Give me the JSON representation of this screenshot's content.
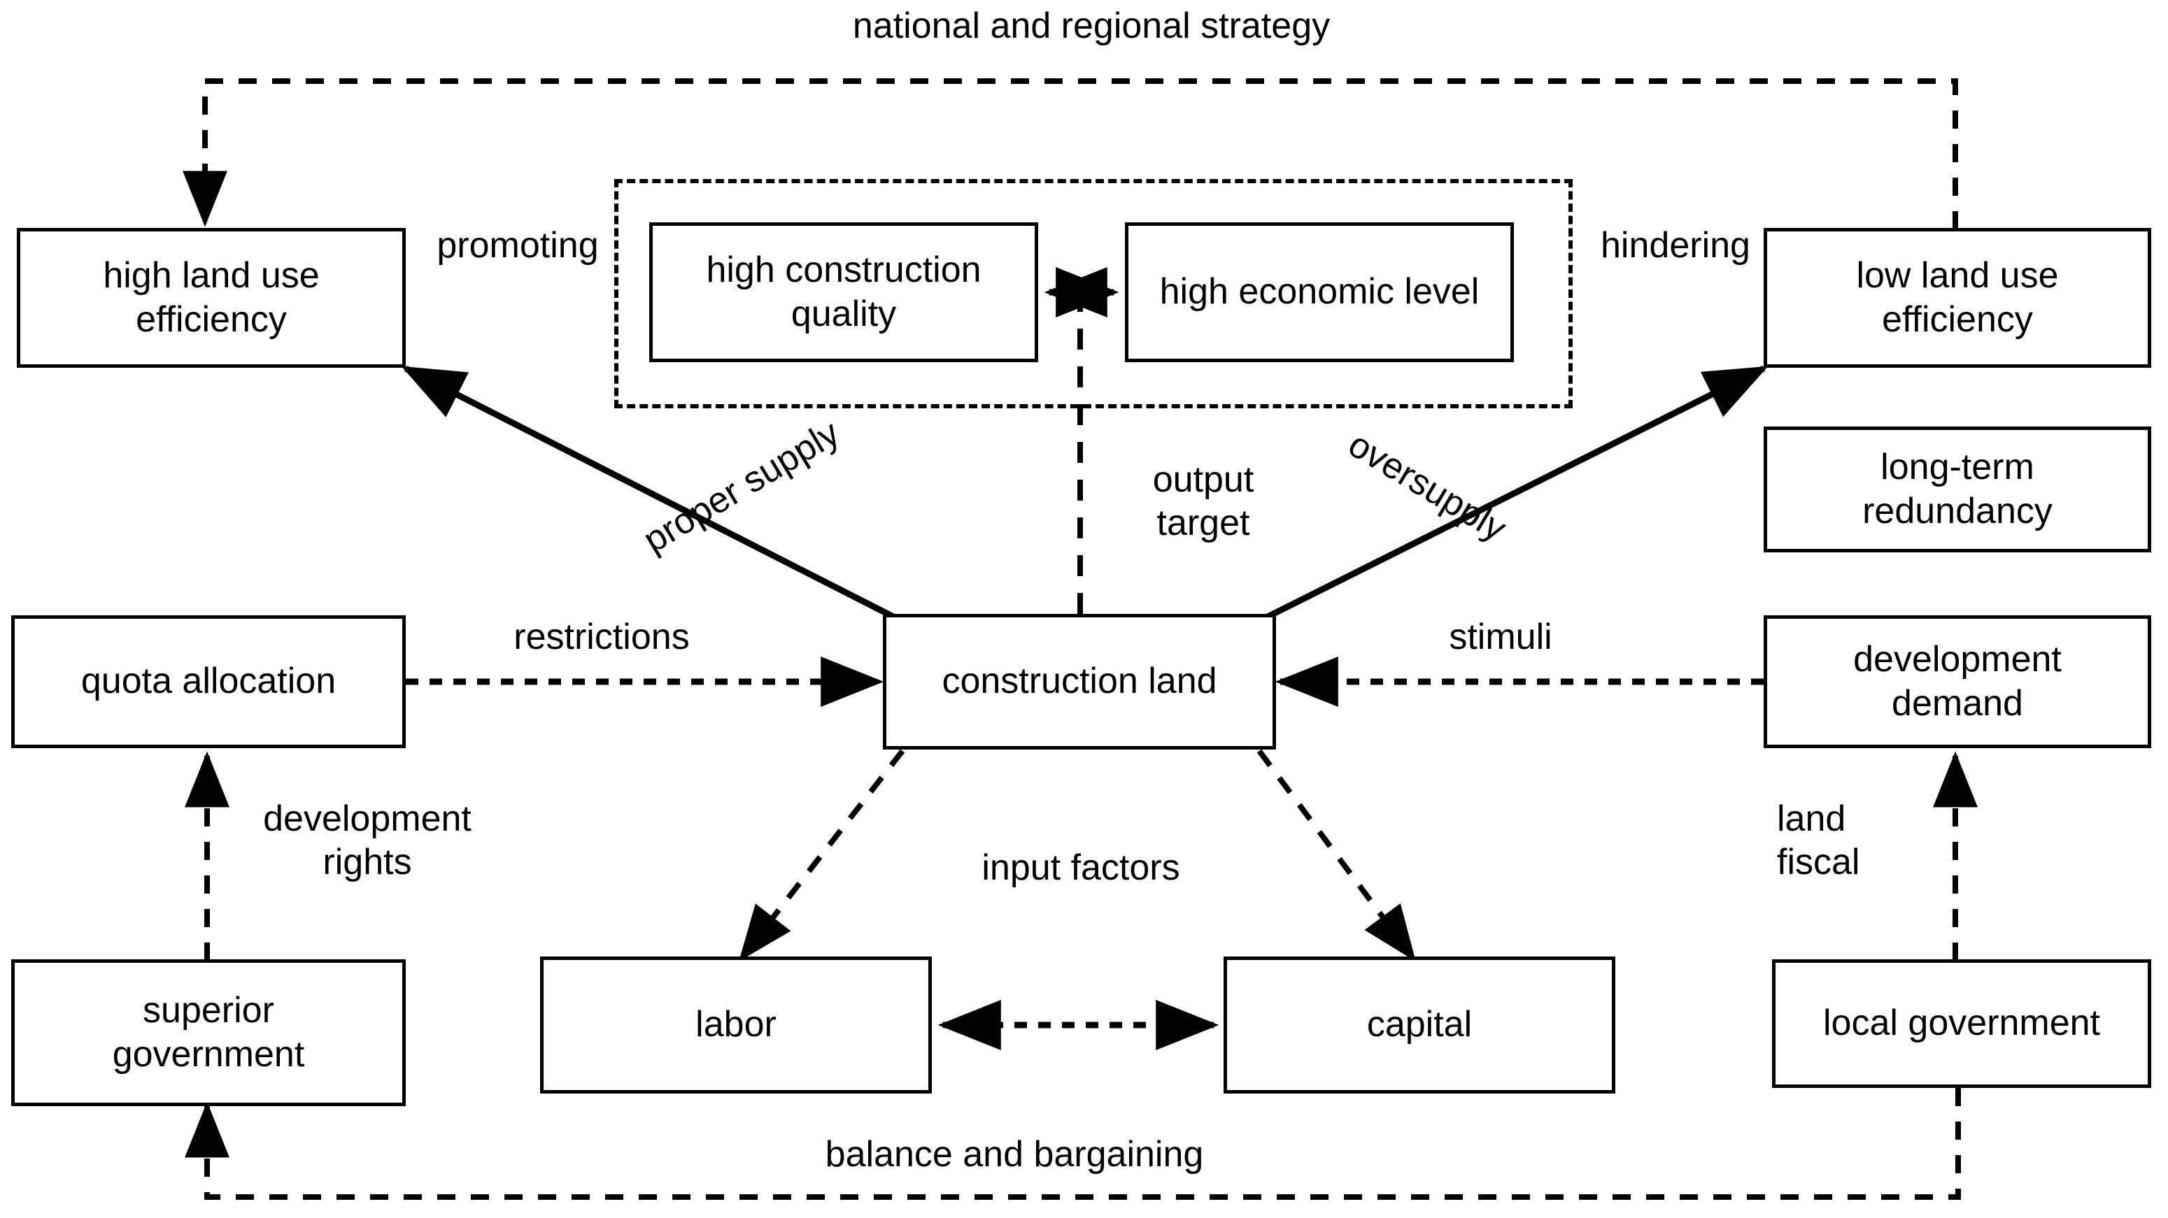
{
  "diagram": {
    "title": "construction land use efficiency mechanism diagram",
    "type": "flow-diagram",
    "colors": {
      "stroke": "#000000",
      "background": "#ffffff",
      "text": "#000000"
    },
    "nodes": [
      {
        "id": "high-land-use-efficiency",
        "lines": [
          "high land use",
          "efficiency"
        ],
        "style": "solid"
      },
      {
        "id": "high-construction-quality",
        "lines": [
          "high construction",
          "quality"
        ],
        "style": "solid"
      },
      {
        "id": "high-economic-level",
        "lines": [
          "high economic level"
        ],
        "style": "solid"
      },
      {
        "id": "low-land-use-efficiency",
        "lines": [
          "low land use",
          "efficiency"
        ],
        "style": "solid"
      },
      {
        "id": "long-term-redundancy",
        "lines": [
          "long-term",
          "redundancy"
        ],
        "style": "solid"
      },
      {
        "id": "quota-allocation",
        "lines": [
          "quota allocation"
        ],
        "style": "solid"
      },
      {
        "id": "construction-land",
        "lines": [
          "construction land"
        ],
        "style": "solid"
      },
      {
        "id": "development-demand",
        "lines": [
          "development",
          "demand"
        ],
        "style": "solid"
      },
      {
        "id": "superior-government",
        "lines": [
          "superior",
          "government"
        ],
        "style": "solid"
      },
      {
        "id": "labor",
        "lines": [
          "labor"
        ],
        "style": "solid"
      },
      {
        "id": "capital",
        "lines": [
          "capital"
        ],
        "style": "solid"
      },
      {
        "id": "local-government",
        "lines": [
          "local government"
        ],
        "style": "solid"
      }
    ],
    "group": {
      "id": "outcome-group",
      "style": "dashed",
      "members": [
        "high-construction-quality",
        "high-economic-level"
      ]
    },
    "edge_labels": {
      "national_and_regional_strategy": "national and regional strategy",
      "promoting": "promoting",
      "hindering": "hindering",
      "proper_supply": "proper supply",
      "oversupply": "oversupply",
      "output_target": [
        "output",
        "target"
      ],
      "restrictions": "restrictions",
      "stimuli": "stimuli",
      "development_rights": [
        "development",
        "rights"
      ],
      "land_fiscal": [
        "land",
        "fiscal"
      ],
      "input_factors": "input factors",
      "balance_and_bargaining": "balance and bargaining"
    },
    "node_labels": {
      "high_land_use_efficiency_l1": "high land use",
      "high_land_use_efficiency_l2": "efficiency",
      "high_construction_quality_l1": "high construction",
      "high_construction_quality_l2": "quality",
      "high_economic_level": "high economic level",
      "low_land_use_efficiency_l1": "low land use",
      "low_land_use_efficiency_l2": "efficiency",
      "long_term_redundancy_l1": "long-term",
      "long_term_redundancy_l2": "redundancy",
      "quota_allocation": "quota allocation",
      "construction_land": "construction land",
      "development_demand_l1": "development",
      "development_demand_l2": "demand",
      "superior_government_l1": "superior",
      "superior_government_l2": "government",
      "labor": "labor",
      "capital": "capital",
      "local_government": "local government"
    },
    "edges": [
      {
        "from": "low-land-use-efficiency",
        "to": "high-land-use-efficiency",
        "label": "national and regional strategy",
        "style": "dashed",
        "arrow": "single"
      },
      {
        "from": "construction-land",
        "to": "high-land-use-efficiency",
        "label": "proper supply",
        "style": "solid",
        "arrow": "single"
      },
      {
        "from": "construction-land",
        "to": "low-land-use-efficiency",
        "label": "oversupply",
        "style": "solid",
        "arrow": "single"
      },
      {
        "from": "construction-land",
        "to": "outcome-group",
        "label": "output target",
        "style": "dashed",
        "arrow": "none"
      },
      {
        "from": "high-construction-quality",
        "to": "high-economic-level",
        "label": "",
        "style": "dashed",
        "arrow": "double"
      },
      {
        "from": "quota-allocation",
        "to": "construction-land",
        "label": "restrictions",
        "style": "dashed",
        "arrow": "single"
      },
      {
        "from": "development-demand",
        "to": "construction-land",
        "label": "stimuli",
        "style": "dashed",
        "arrow": "single"
      },
      {
        "from": "superior-government",
        "to": "quota-allocation",
        "label": "development rights",
        "style": "dashed",
        "arrow": "single"
      },
      {
        "from": "local-government",
        "to": "development-demand",
        "label": "land fiscal",
        "style": "dashed",
        "arrow": "single"
      },
      {
        "from": "construction-land",
        "to": "labor",
        "label": "input factors",
        "style": "dashed",
        "arrow": "single"
      },
      {
        "from": "construction-land",
        "to": "capital",
        "label": "input factors",
        "style": "dashed",
        "arrow": "single"
      },
      {
        "from": "labor",
        "to": "capital",
        "label": "",
        "style": "dashed",
        "arrow": "double"
      },
      {
        "from": "local-government",
        "to": "superior-government",
        "label": "balance and bargaining",
        "style": "dashed",
        "arrow": "single"
      }
    ]
  }
}
